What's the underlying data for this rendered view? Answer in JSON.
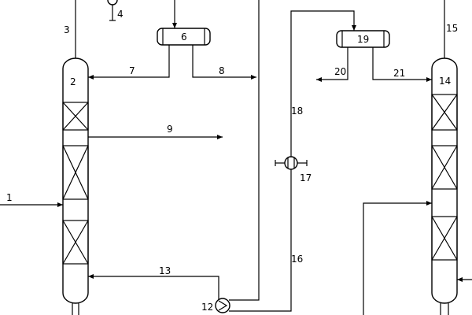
{
  "labels": {
    "l1": "1",
    "l2": "2",
    "l3": "3",
    "l4": "4",
    "l6": "6",
    "l7": "7",
    "l8": "8",
    "l9": "9",
    "l12": "12",
    "l13": "13",
    "l14": "14",
    "l15": "15",
    "l16": "16",
    "l17": "17",
    "l18": "18",
    "l19": "19",
    "l20": "20",
    "l21": "21"
  },
  "colors": {
    "line": "#000000",
    "background": "#ffffff"
  }
}
